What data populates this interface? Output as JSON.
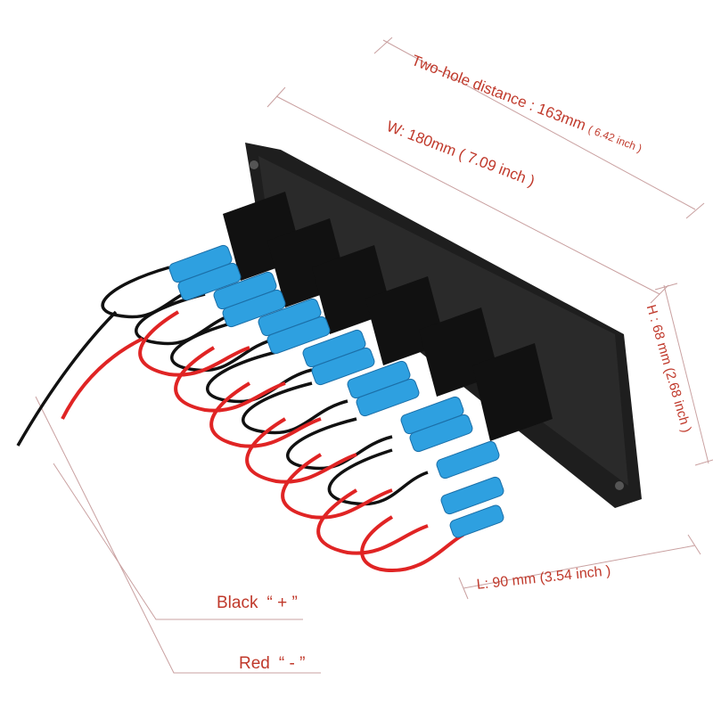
{
  "dimensions": {
    "two_hole": {
      "label": "Two-hole distance : 163mm",
      "sub": "( 6.42 inch )"
    },
    "width": {
      "label": "W: 180mm ( 7.09 inch )"
    },
    "height": {
      "label": "H : 68 mm (2.68 inch )"
    },
    "length": {
      "label": "L: 90 mm (3.54 inch )"
    }
  },
  "legend": {
    "black": {
      "name": "Black",
      "sign": "“ + ”"
    },
    "red": {
      "name": "Red",
      "sign": "“ - ”"
    }
  },
  "colors": {
    "annotation": "#c0392b",
    "panel": "#1a1a1a",
    "terminal_blue": "#2ea0e0",
    "wire_red": "#e02424",
    "wire_black": "#111111",
    "background": "#ffffff"
  }
}
